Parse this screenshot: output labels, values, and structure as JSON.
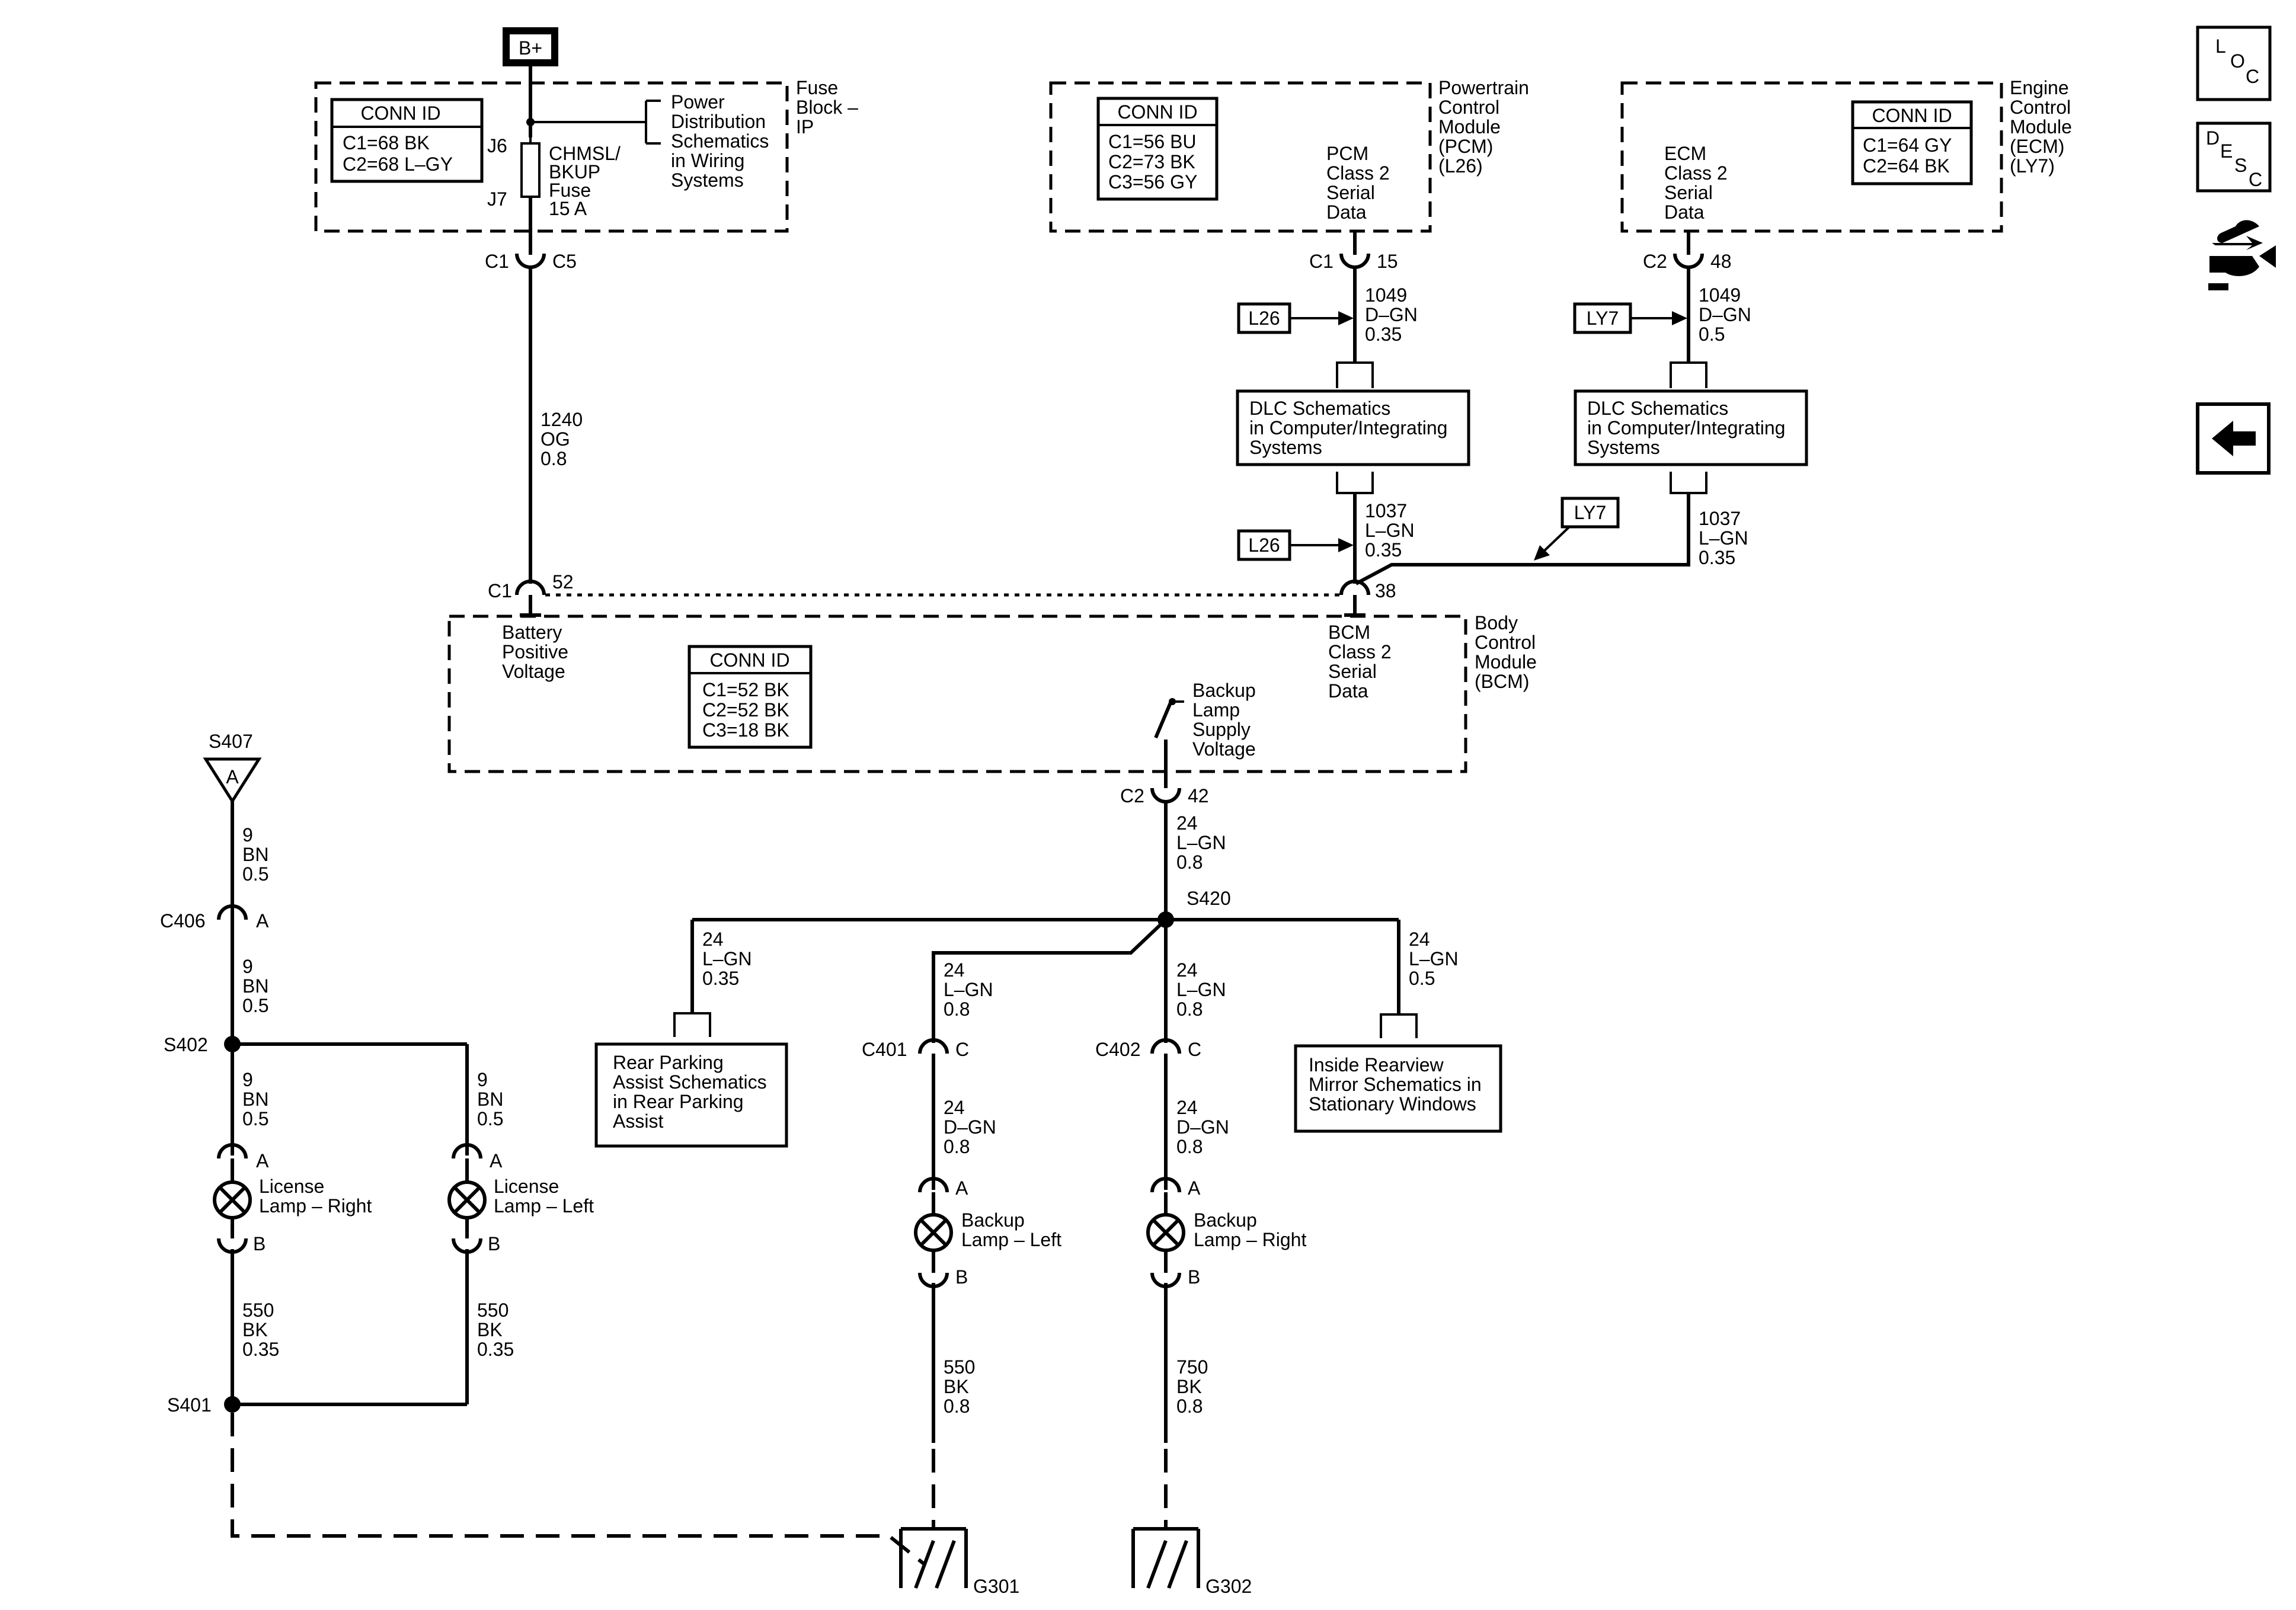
{
  "power": {
    "bplus": "B+"
  },
  "fuse_block": {
    "title": [
      "Fuse",
      "Block –",
      "IP"
    ],
    "conn": {
      "header": "CONN ID",
      "lines": [
        "C1=68 BK",
        "C2=68 L–GY"
      ]
    },
    "j6": "J6",
    "j7": "J7",
    "fuse_label": [
      "CHMSL/",
      "BKUP",
      "Fuse",
      "15 A"
    ],
    "power_dist": [
      "Power",
      "Distribution",
      "Schematics",
      "in Wiring",
      "Systems"
    ],
    "c1": "C1",
    "c5": "C5"
  },
  "wire_1240": [
    "1240",
    "OG",
    "0.8"
  ],
  "pcm": {
    "title": [
      "Powertrain",
      "Control",
      "Module",
      "(PCM)",
      "(L26)"
    ],
    "conn": {
      "header": "CONN ID",
      "lines": [
        "C1=56 BU",
        "C2=73 BK",
        "C3=56 GY"
      ]
    },
    "serial": [
      "PCM",
      "Class 2",
      "Serial",
      "Data"
    ],
    "c1": "C1",
    "pin": "15"
  },
  "ecm": {
    "title": [
      "Engine",
      "Control",
      "Module",
      "(ECM)",
      "(LY7)"
    ],
    "conn": {
      "header": "CONN ID",
      "lines": [
        "C1=64 GY",
        "C2=64 BK"
      ]
    },
    "serial": [
      "ECM",
      "Class 2",
      "Serial",
      "Data"
    ],
    "c2": "C2",
    "pin": "48"
  },
  "wire_1049_pcm": [
    "1049",
    "D–GN",
    "0.35"
  ],
  "wire_1049_ecm": [
    "1049",
    "D–GN",
    "0.5"
  ],
  "tags": {
    "l26": "L26",
    "ly7": "LY7"
  },
  "dlc_pcm": [
    "DLC Schematics",
    "in Computer/Integrating",
    "Systems"
  ],
  "dlc_ecm": [
    "DLC Schematics",
    "in Computer/Integrating",
    "Systems"
  ],
  "wire_1037_pcm": [
    "1037",
    "L–GN",
    "0.35"
  ],
  "wire_1037_ecm": [
    "1037",
    "L–GN",
    "0.35"
  ],
  "bcm": {
    "title": [
      "Body",
      "Control",
      "Module",
      "(BCM)"
    ],
    "conn": {
      "header": "CONN ID",
      "lines": [
        "C1=52 BK",
        "C2=52 BK",
        "C3=18 BK"
      ]
    },
    "c1": "C1",
    "pin52": "52",
    "pin38": "38",
    "battery": [
      "Battery",
      "Positive",
      "Voltage"
    ],
    "serial": [
      "BCM",
      "Class 2",
      "Serial",
      "Data"
    ],
    "backup_supply": [
      "Backup",
      "Lamp",
      "Supply",
      "Voltage"
    ],
    "c2": "C2",
    "pin42": "42"
  },
  "wire_24_main": [
    "24",
    "L–GN",
    "0.8"
  ],
  "s420": "S420",
  "wire_24_rpa": [
    "24",
    "L–GN",
    "0.35"
  ],
  "rpa_box": [
    "Rear Parking",
    "Assist Schematics",
    "in Rear Parking",
    "Assist"
  ],
  "wire_24_left": [
    "24",
    "L–GN",
    "0.8"
  ],
  "wire_24_right": [
    "24",
    "L–GN",
    "0.8"
  ],
  "wire_24_mirror": [
    "24",
    "L–GN",
    "0.5"
  ],
  "mirror_box": [
    "Inside Rearview",
    "Mirror Schematics in",
    "Stationary Windows"
  ],
  "c401": {
    "name": "C401",
    "pin": "C"
  },
  "c402": {
    "name": "C402",
    "pin": "C"
  },
  "wire_24_dgn_left": [
    "24",
    "D–GN",
    "0.8"
  ],
  "wire_24_dgn_right": [
    "24",
    "D–GN",
    "0.8"
  ],
  "backup_left": {
    "label": [
      "Backup",
      "Lamp – Left"
    ],
    "a": "A",
    "b": "B"
  },
  "backup_right": {
    "label": [
      "Backup",
      "Lamp – Right"
    ],
    "a": "A",
    "b": "B"
  },
  "wire_550_backup": [
    "550",
    "BK",
    "0.8"
  ],
  "wire_750": [
    "750",
    "BK",
    "0.8"
  ],
  "g301": "G301",
  "g302": "G302",
  "s407": {
    "name": "S407",
    "letter": "A"
  },
  "wire_9_a": [
    "9",
    "BN",
    "0.5"
  ],
  "c406": {
    "name": "C406",
    "pin": "A"
  },
  "wire_9_b": [
    "9",
    "BN",
    "0.5"
  ],
  "s402": "S402",
  "wire_9_right": [
    "9",
    "BN",
    "0.5"
  ],
  "wire_9_left": [
    "9",
    "BN",
    "0.5"
  ],
  "license_right": {
    "label": [
      "License",
      "Lamp – Right"
    ],
    "a": "A",
    "b": "B"
  },
  "license_left": {
    "label": [
      "License",
      "Lamp – Left"
    ],
    "a": "A",
    "b": "B"
  },
  "wire_550_r": [
    "550",
    "BK",
    "0.35"
  ],
  "wire_550_l": [
    "550",
    "BK",
    "0.35"
  ],
  "s401": "S401",
  "nav": {
    "loc": [
      "L",
      "O",
      "C"
    ],
    "desc": [
      "D",
      "E",
      "S",
      "C"
    ]
  }
}
